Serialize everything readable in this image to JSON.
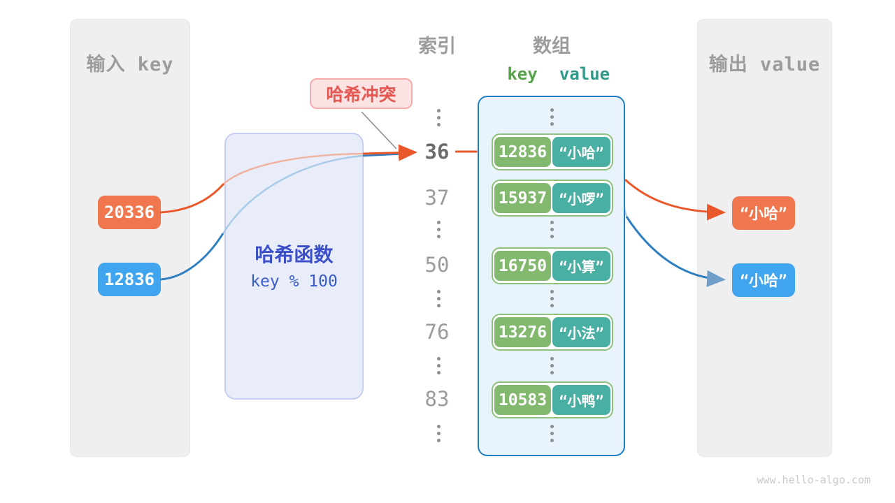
{
  "panels": {
    "input_title": "输入 key",
    "output_title": "输出 value"
  },
  "inputs": [
    {
      "label": "20336",
      "color": "#f0764e"
    },
    {
      "label": "12836",
      "color": "#41a4ee"
    }
  ],
  "outputs": [
    {
      "label": "“小哈”",
      "color": "#f0764e"
    },
    {
      "label": "“小哈”",
      "color": "#41a4ee"
    }
  ],
  "hash_function": {
    "title": "哈希函数",
    "formula": "key % 100"
  },
  "collision_label": "哈希冲突",
  "index_column": {
    "title": "索引",
    "items": [
      "36",
      "37",
      "50",
      "76",
      "83"
    ],
    "current": "36"
  },
  "array": {
    "title": "数组",
    "key_header": "key",
    "value_header": "value",
    "rows": [
      {
        "key": "12836",
        "value": "“小哈”"
      },
      {
        "key": "15937",
        "value": "“小啰”"
      },
      {
        "key": "16750",
        "value": "“小算”"
      },
      {
        "key": "13276",
        "value": "“小法”"
      },
      {
        "key": "10583",
        "value": "“小鸭”"
      }
    ]
  },
  "watermark": "www.hello-algo.com",
  "colors": {
    "orange_accent": "#e8582a",
    "orange_faded": "#f1b3a1",
    "blue_accent": "#2f7fc1",
    "blue_faded": "#a9cbe8",
    "key_green": "#83b96f",
    "value_teal": "#49afa2",
    "key_header_green": "#57a14b",
    "value_header_teal": "#31998a",
    "panel_gray": "#efefef",
    "array_border_blue": "#1f7fc4",
    "hash_box_fill": "#e9edfa",
    "collision_red": "#e4564f"
  }
}
